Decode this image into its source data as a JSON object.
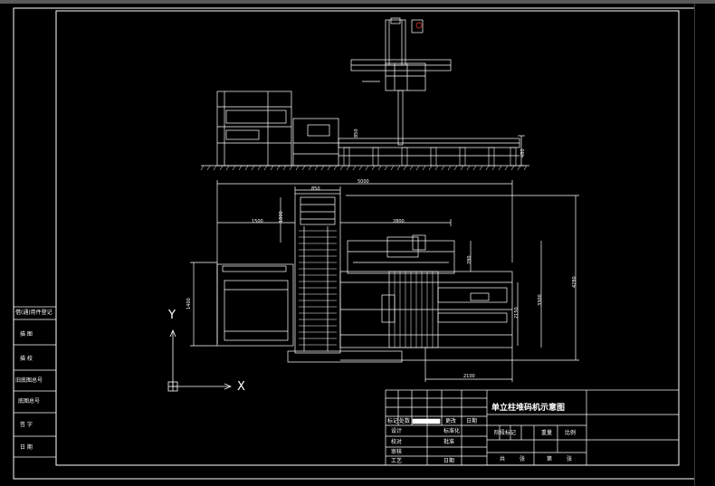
{
  "title_block": {
    "title": "单立柱堆码机示意图",
    "row1": [
      "标记",
      "处数",
      "",
      "更改",
      "日期"
    ],
    "row_design": "设计",
    "row_check": "校对",
    "row_approve": "审核",
    "row_craft": "工艺",
    "row_standard": "标准化",
    "row_approve2": "批准",
    "row_date": "日期",
    "cols_right": [
      "阶段标记",
      "重量",
      "比例"
    ],
    "bottom_right": [
      "共",
      "张",
      "第",
      "张"
    ]
  },
  "side_table": {
    "rows": [
      "描 图",
      "描 校",
      "旧底图总号",
      "底图总号",
      "签 字",
      "日 期"
    ],
    "top_label": "借(通)用件登记"
  },
  "axis": {
    "y": "Y",
    "x": "X"
  },
  "dimensions": {
    "overall_width": "5000",
    "stack_width": "850",
    "left_width": "1500",
    "mid_width": "2800",
    "lower_width": "2100",
    "height_1": "1800",
    "height_2": "3300",
    "height_3": "4280",
    "height_4": "2150",
    "height_5": "780",
    "side_height": "1400",
    "elev_h": "480",
    "elev_h2": "850"
  }
}
